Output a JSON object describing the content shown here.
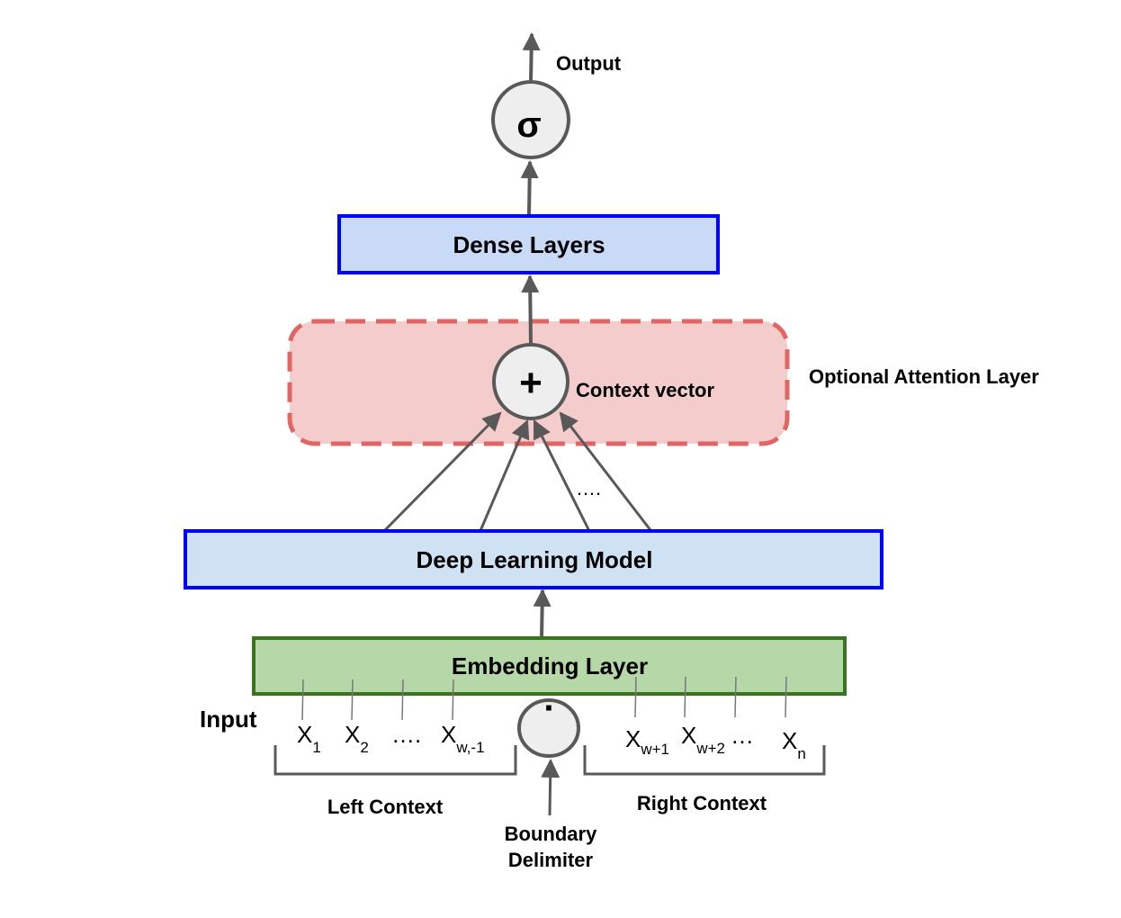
{
  "output_label": "Output",
  "sigma_symbol": "σ",
  "dense_layers": "Dense Layers",
  "plus_symbol": "+",
  "context_vector": "Context vector",
  "optional_attention": "Optional Attention Layer",
  "attention_dots": "….",
  "deep_learning_model": "Deep Learning Model",
  "embedding_layer": "Embedding Layer",
  "input_label": "Input",
  "delimiter_symbol": "·",
  "inputs_left": [
    {
      "base": "X",
      "sub": "1"
    },
    {
      "base": "X",
      "sub": "2"
    },
    {
      "base": "….",
      "sub": ""
    },
    {
      "base": "X",
      "sub": "w,-1"
    }
  ],
  "inputs_right": [
    {
      "base": "X",
      "sub": "w+1"
    },
    {
      "base": "X",
      "sub": "w+2"
    },
    {
      "base": "…",
      "sub": ""
    },
    {
      "base": "X",
      "sub": "n"
    }
  ],
  "left_context": "Left Context",
  "right_context": "Right Context",
  "boundary_line1": "Boundary",
  "boundary_line2": "Delimiter",
  "colors": {
    "dense_fill": "#c9daf8",
    "dl_fill": "#cfe2f3",
    "box_border": "#0000ff",
    "embedding_fill": "#b6d7a8",
    "embedding_border": "#38761d",
    "attention_fill": "#f4cccc",
    "attention_border": "#e06666",
    "arrow": "#595959"
  }
}
